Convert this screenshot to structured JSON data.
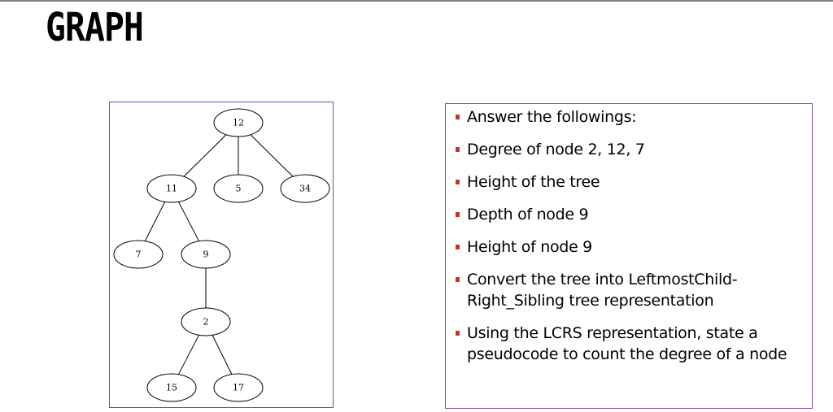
{
  "slide": {
    "title": "GRAPH"
  },
  "tree": {
    "nodes": [
      {
        "id": "n12",
        "label": "12"
      },
      {
        "id": "n11",
        "label": "11"
      },
      {
        "id": "n5",
        "label": "5"
      },
      {
        "id": "n34",
        "label": "34"
      },
      {
        "id": "n7",
        "label": "7"
      },
      {
        "id": "n9",
        "label": "9"
      },
      {
        "id": "n2",
        "label": "2"
      },
      {
        "id": "n15",
        "label": "15"
      },
      {
        "id": "n17",
        "label": "17"
      }
    ],
    "edges": [
      [
        "n12",
        "n11"
      ],
      [
        "n12",
        "n5"
      ],
      [
        "n12",
        "n34"
      ],
      [
        "n11",
        "n7"
      ],
      [
        "n11",
        "n9"
      ],
      [
        "n9",
        "n2"
      ],
      [
        "n2",
        "n15"
      ],
      [
        "n2",
        "n17"
      ]
    ]
  },
  "questions": {
    "items": [
      "Answer the followings:",
      "Degree of node 2, 12, 7",
      "Height of the tree",
      "Depth of node 9",
      "Height of node 9",
      "Convert the tree into LeftmostChild-Right_Sibling tree representation",
      "Using the LCRS representation, state a pseudocode to count the degree of a node"
    ]
  },
  "colors": {
    "panel_border": "#7e4a9c",
    "bullet": "#ba3a28"
  }
}
